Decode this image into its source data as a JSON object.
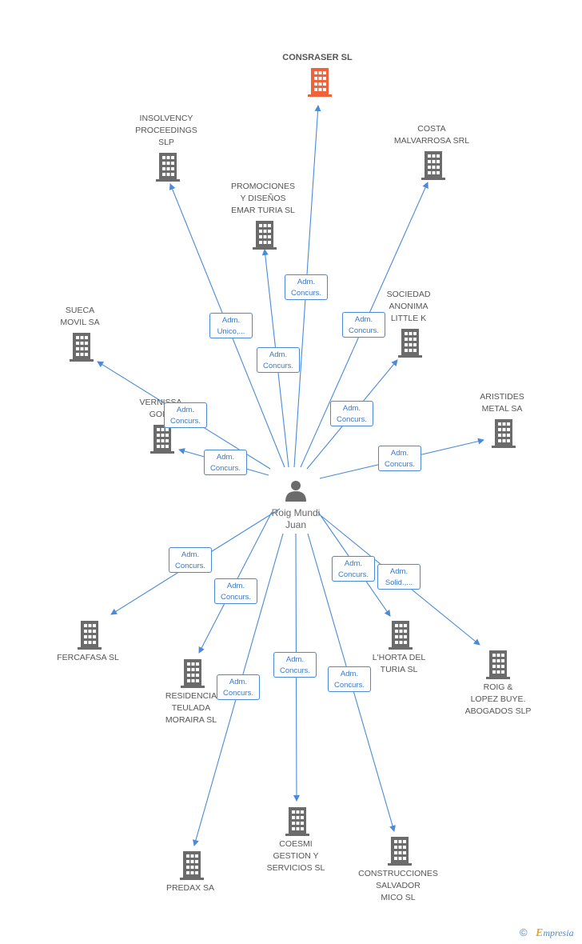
{
  "center": {
    "name": "Roig Mundi\nJuan",
    "name_line1": "Roig Mundi",
    "name_line2": "Juan",
    "icon": "person-icon"
  },
  "colors": {
    "edge": "#4a8ad8",
    "building": "#6b6b6b",
    "focus_building": "#f0623a",
    "label": "#555555"
  },
  "companies": [
    {
      "id": "consraser",
      "lines": [
        "CONSRASER SL"
      ],
      "focus": true,
      "icon": "building-icon"
    },
    {
      "id": "insolvency",
      "lines": [
        "INSOLVENCY",
        "PROCEEDINGS",
        "SLP"
      ],
      "icon": "building-icon"
    },
    {
      "id": "costa",
      "lines": [
        "COSTA",
        "MALVARROSA SRL"
      ],
      "icon": "building-icon"
    },
    {
      "id": "promociones",
      "lines": [
        "PROMOCIONES",
        "Y DISEÑOS",
        "EMAR TURIA SL"
      ],
      "icon": "building-icon"
    },
    {
      "id": "sociedad",
      "lines": [
        "SOCIEDAD",
        "ANONIMA",
        "LITTLE K"
      ],
      "icon": "building-icon"
    },
    {
      "id": "sueca",
      "lines": [
        "SUECA",
        "MOVIL SA"
      ],
      "icon": "building-icon"
    },
    {
      "id": "vernissa",
      "lines": [
        "VERNISSA",
        "GOLF"
      ],
      "icon": "building-icon"
    },
    {
      "id": "aristides",
      "lines": [
        "ARISTIDES",
        "METAL SA"
      ],
      "icon": "building-icon"
    },
    {
      "id": "fercafasa",
      "lines": [
        "FERCAFASA SL"
      ],
      "icon": "building-icon"
    },
    {
      "id": "residencia",
      "lines": [
        "RESIDENCIA",
        "TEULADA",
        "MORAIRA SL"
      ],
      "icon": "building-icon"
    },
    {
      "id": "lhorta",
      "lines": [
        "L'HORTA DEL",
        "TURIA SL"
      ],
      "icon": "building-icon"
    },
    {
      "id": "roiglopez",
      "lines": [
        "ROIG &",
        "LOPEZ BUYE.",
        "ABOGADOS SLP"
      ],
      "icon": "building-icon"
    },
    {
      "id": "coesmi",
      "lines": [
        "COESMI",
        "GESTION Y",
        "SERVICIOS SL"
      ],
      "icon": "building-icon"
    },
    {
      "id": "predax",
      "lines": [
        "PREDAX SA"
      ],
      "icon": "building-icon"
    },
    {
      "id": "construcciones",
      "lines": [
        "CONSTRUCCIONES",
        "SALVADOR",
        "MICO SL"
      ],
      "icon": "building-icon"
    }
  ],
  "edges": [
    {
      "to": "consraser",
      "role": [
        "Adm.",
        "Concurs."
      ]
    },
    {
      "to": "insolvency",
      "role": [
        "Adm.",
        "Unico,..."
      ]
    },
    {
      "to": "promociones",
      "role": [
        "Adm.",
        "Concurs."
      ]
    },
    {
      "to": "costa",
      "role": [
        "Adm.",
        "Concurs."
      ]
    },
    {
      "to": "sociedad",
      "role": [
        "Adm.",
        "Concurs."
      ]
    },
    {
      "to": "sueca",
      "role": [
        "Adm.",
        "Concurs."
      ]
    },
    {
      "to": "vernissa",
      "role": [
        "Adm.",
        "Concurs."
      ]
    },
    {
      "to": "aristides",
      "role": [
        "Adm.",
        "Concurs."
      ]
    },
    {
      "to": "fercafasa",
      "role": [
        "Adm.",
        "Concurs."
      ]
    },
    {
      "to": "residencia",
      "role": [
        "Adm.",
        "Concurs."
      ]
    },
    {
      "to": "lhorta",
      "role": [
        "Adm.",
        "Concurs."
      ]
    },
    {
      "to": "roiglopez",
      "role": [
        "Adm.",
        "Solid.,..."
      ]
    },
    {
      "to": "coesmi",
      "role": [
        "Adm.",
        "Concurs."
      ]
    },
    {
      "to": "predax",
      "role": [
        "Adm.",
        "Concurs."
      ]
    },
    {
      "to": "construcciones",
      "role": [
        "Adm.",
        "Concurs."
      ]
    }
  ],
  "footer": {
    "copyright": "©",
    "brand_first": "E",
    "brand_rest": "mpresia"
  }
}
